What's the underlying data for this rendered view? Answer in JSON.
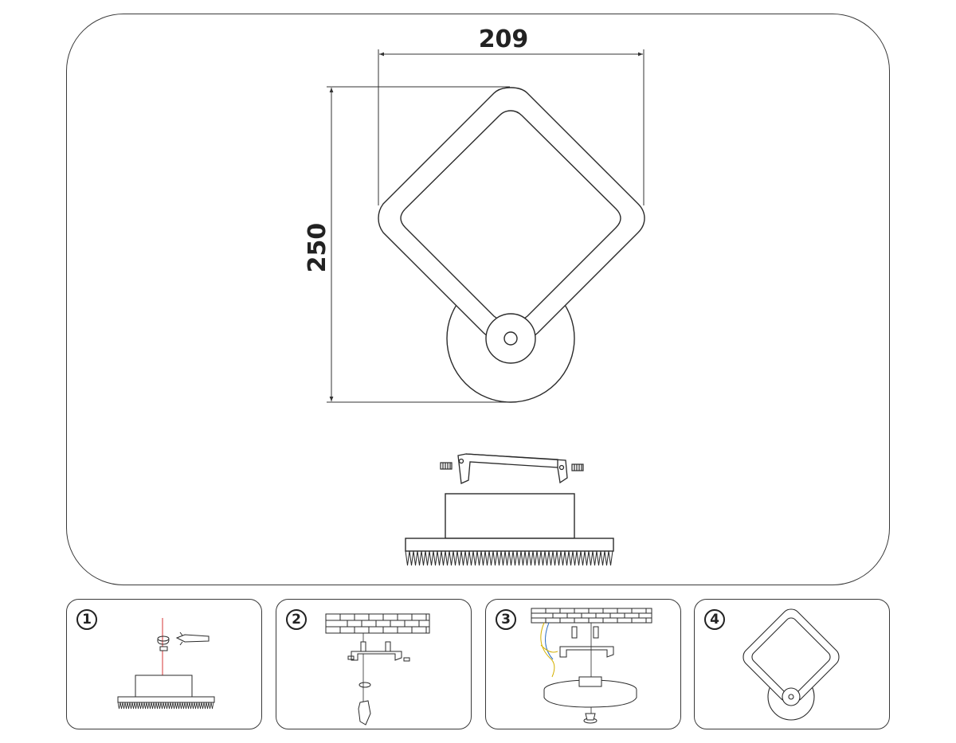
{
  "dimensions": {
    "width": "209",
    "height": "250"
  },
  "steps": [
    {
      "number": "1"
    },
    {
      "number": "2"
    },
    {
      "number": "3"
    },
    {
      "number": "4"
    }
  ],
  "colors": {
    "line": "#2a2a2a",
    "dimension_line": "#333333",
    "axis_line": "#d02020"
  }
}
